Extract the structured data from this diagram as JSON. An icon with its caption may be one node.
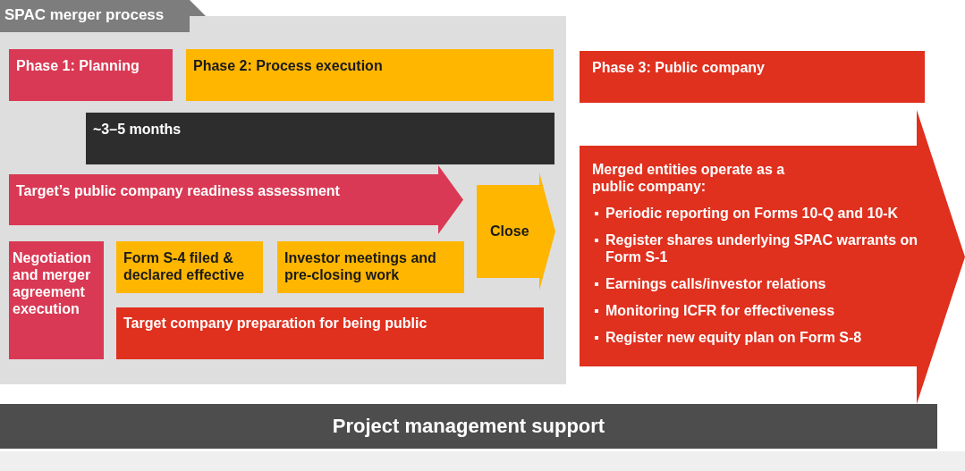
{
  "diagram": {
    "nodes": [
      {
        "text": [
          "SPAC merger process"
        ]
      },
      {
        "text": [
          "Phase 1: Planning"
        ],
        "in": 0
      },
      {
        "text": [
          "Phase 2: Process execution"
        ],
        "in": 0
      },
      {
        "text": [
          "~3–5 months"
        ],
        "in": 0
      },
      {
        "text": [
          "Target’s public company readiness assessment"
        ],
        "in": 0
      },
      {
        "text": [
          "Close"
        ],
        "in": 0
      },
      {
        "text": [
          "Negotiation and merger agreement execution"
        ],
        "in": 0
      },
      {
        "text": [
          "Form S-4 filed & declared effective"
        ],
        "in": 0
      },
      {
        "text": [
          "Investor meetings and pre-closing work"
        ],
        "in": 0
      },
      {
        "text": [
          "Target company preparation for being public"
        ],
        "in": 0
      },
      {
        "text": [
          "Phase 3: Public company"
        ]
      },
      {
        "text": [
          "Merged entities operate as a public company:",
          "Periodic reporting on Forms 10-Q and 10-K",
          "Register shares underlying SPAC warrants on Form S-1",
          "Earnings calls/investor relations",
          "Monitoring ICFR for effectiveness",
          "Register new equity plan on Form S-8"
        ]
      },
      {
        "text": [
          "Project management support"
        ]
      }
    ],
    "edges": []
  }
}
